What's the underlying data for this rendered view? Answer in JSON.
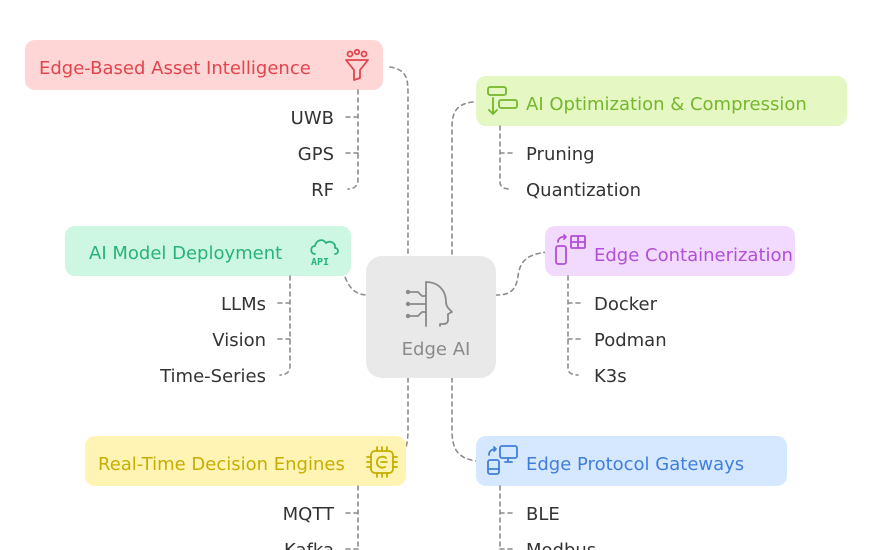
{
  "root": {
    "label": "Edge AI",
    "icon": "ai-head-icon",
    "fill": "#e9e9e9",
    "text_color": "#8a8a8a"
  },
  "branches": [
    {
      "key": "asset",
      "title": "Edge-Based Asset Intelligence",
      "icon": "funnel-icon",
      "fill": "#ffd6d6",
      "text_color": "#e0454e",
      "leaves": [
        "UWB",
        "GPS",
        "RF"
      ]
    },
    {
      "key": "optim",
      "title": "AI Optimization & Compression",
      "icon": "compress-arrows-icon",
      "fill": "#e5f7c3",
      "text_color": "#74b72a",
      "leaves": [
        "Pruning",
        "Quantization"
      ]
    },
    {
      "key": "deploy",
      "title": "AI Model Deployment",
      "icon": "cloud-api-icon",
      "fill": "#cdf7e3",
      "text_color": "#27b37a",
      "leaves": [
        "LLMs",
        "Vision",
        "Time-Series"
      ]
    },
    {
      "key": "container",
      "title": "Edge Containerization",
      "icon": "device-grid-icon",
      "fill": "#f2daff",
      "text_color": "#b14fd6",
      "leaves": [
        "Docker",
        "Podman",
        "K3s"
      ]
    },
    {
      "key": "decision",
      "title": "Real-Time Decision Engines",
      "icon": "chip-icon",
      "fill": "#fff4b3",
      "text_color": "#c8ad00",
      "leaves": [
        "MQTT",
        "Kafka"
      ]
    },
    {
      "key": "gateway",
      "title": "Edge Protocol Gateways",
      "icon": "gateway-devices-icon",
      "fill": "#d6e8ff",
      "text_color": "#3f7fd9",
      "leaves": [
        "BLE",
        "Modbus"
      ]
    }
  ]
}
